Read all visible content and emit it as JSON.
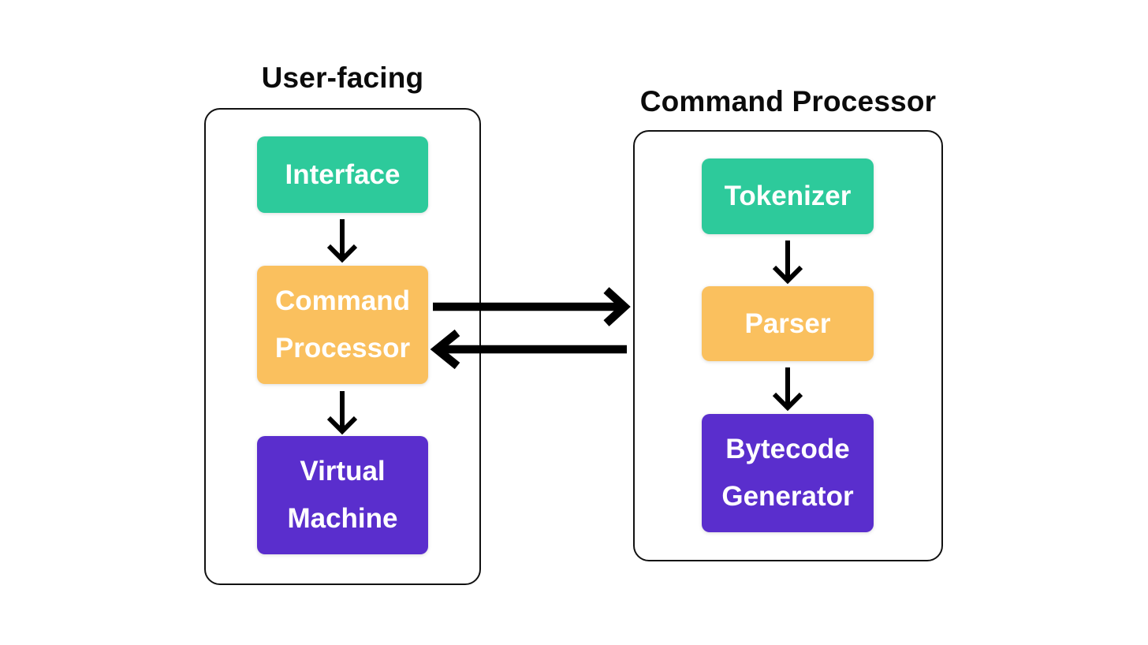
{
  "diagram": {
    "groups": [
      {
        "title": "User-facing",
        "nodes": [
          {
            "id": "interface",
            "lines": [
              "Interface"
            ],
            "color": "green"
          },
          {
            "id": "command-processor",
            "lines": [
              "Command",
              "Processor"
            ],
            "color": "orange"
          },
          {
            "id": "virtual-machine",
            "lines": [
              "Virtual",
              "Machine"
            ],
            "color": "purple"
          }
        ]
      },
      {
        "title": "Command Processor",
        "nodes": [
          {
            "id": "tokenizer",
            "lines": [
              "Tokenizer"
            ],
            "color": "green"
          },
          {
            "id": "parser",
            "lines": [
              "Parser"
            ],
            "color": "orange"
          },
          {
            "id": "bytecode-generator",
            "lines": [
              "Bytecode",
              "Generator"
            ],
            "color": "purple"
          }
        ]
      }
    ],
    "connections": [
      {
        "from": "Interface",
        "to": "Command Processor (node)",
        "type": "down-arrow"
      },
      {
        "from": "Command Processor (node)",
        "to": "Virtual Machine",
        "type": "down-arrow"
      },
      {
        "from": "Tokenizer",
        "to": "Parser",
        "type": "down-arrow"
      },
      {
        "from": "Parser",
        "to": "Bytecode Generator",
        "type": "down-arrow"
      },
      {
        "from": "Command Processor (node)",
        "to": "Command Processor (group)",
        "type": "right-arrow"
      },
      {
        "from": "Command Processor (group)",
        "to": "Command Processor (node)",
        "type": "left-arrow"
      }
    ],
    "colors": {
      "green": "#2dca9b",
      "orange": "#fac05e",
      "purple": "#5a2ecd",
      "arrow": "#000000",
      "group_border": "#111111",
      "node_text": "#ffffff",
      "title_text": "#0b0b0b",
      "background": "#ffffff"
    }
  }
}
